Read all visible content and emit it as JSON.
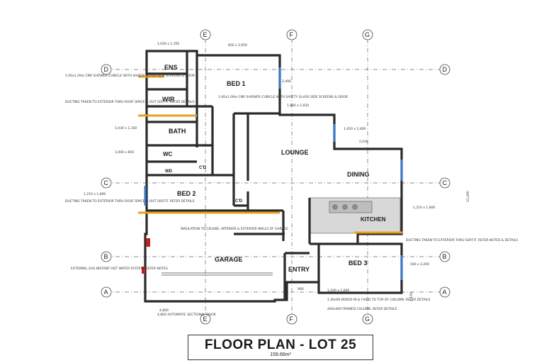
{
  "title": "FLOOR PLAN - LOT 25",
  "area": "159.66m²",
  "grid": {
    "vertical": [
      "E",
      "F",
      "G"
    ],
    "horizontal": [
      "D",
      "C",
      "B",
      "A"
    ]
  },
  "rooms": {
    "ens": "ENS",
    "bed1": "BED 1",
    "wir": "WIR",
    "bath": "BATH",
    "wc": "WC",
    "cd1": "C'D",
    "wd": "WD",
    "lounge": "LOUNGE",
    "dining": "DINING",
    "bed2": "BED 2",
    "cd2": "C'D",
    "kitchen": "KITCHEN",
    "garage": "GARAGE",
    "entry": "ENTRY",
    "bed3": "BED 3"
  },
  "notes": {
    "shower1": "1.00x1.20m CNR SHOWER CUBICLE WITH SAFETY GLASS SIDE SCREENS & DOOR",
    "duct1": "DUCTING TAKEN TO EXTERIOR THRU ROOF SPACE & OUT SOFFIT. REFER DETAILS",
    "shower2": "1.00x1.00m CNR SHOWER CUBICLE WITH SAFETY GLASS SIDE SCREENS & DOOR",
    "duct2": "DUCTING TAKEN TO EXTERIOR THRU ROOF SPACE & OUT SOFFIT. REFER DETAILS",
    "insulation": "INSULATION TO CEILING, INTERIOR & EXTERIOR WALLS OF GARAGE",
    "gas": "EXTERNAL GAS INSTANT HOT WATER SYSTEM. REFER NOTES",
    "door": "4,800 AUTOMATIC SECTIONAL DOOR",
    "duct3": "DUCTING TAKEN TO EXTERIOR THRU SOFFIT. REFER NOTES & DETAILS",
    "column": "1.40x90 BOXED IN & FIXED TO TOP OF COLUMN. REFER DETAILS",
    "framed": "400x400 FRAMED COLUMN. REFER DETAILS"
  },
  "window_marks": {
    "w1": "1,030 x 1,350",
    "w2": "850 x 2,050",
    "w3": "2,400",
    "w4": "1,030 x 1,350",
    "w5": "1,000 x 850",
    "w6": "1,800 x 1,810",
    "w7": "1,450 x 2,400",
    "w8": "2,030",
    "w9": "1,210 x 1,800",
    "w10": "1,210 x 1,800",
    "w11": "500 x 2,200",
    "w12": "4,800",
    "w13": "1,200 x 1,800",
    "w14": "900"
  },
  "dims": {
    "d1": "11,490",
    "d2": "1,150"
  },
  "colors": {
    "wall": "#2a2a2a",
    "duct": "#e8a020",
    "window": "#3a78c8",
    "marker": "#c02020",
    "kitchen_fill": "#d8d8d8"
  }
}
